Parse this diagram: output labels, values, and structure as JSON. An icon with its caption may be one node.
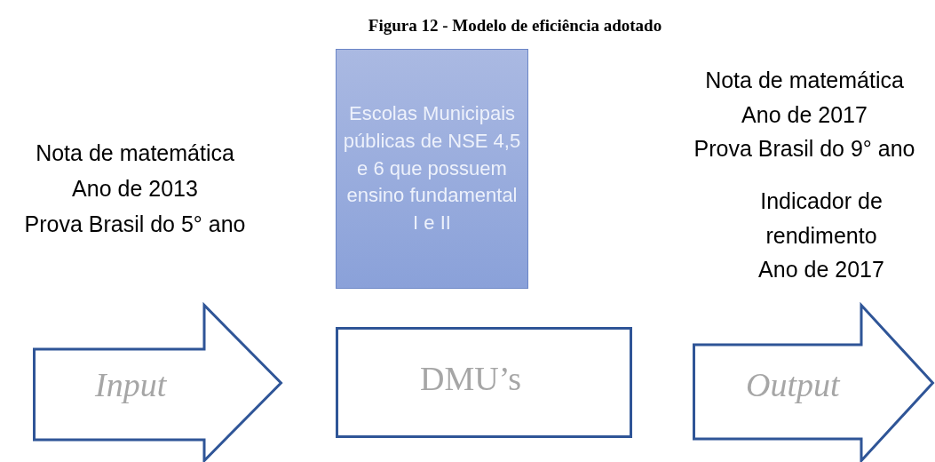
{
  "diagram": {
    "title": "Figura 12 - Modelo de eficiência adotado",
    "nodes": [
      {
        "text": [
          "Escolas Municipais públicas de NSE 4,5 e 6 que possuem ensino fundamental I e II"
        ]
      },
      {
        "text": [
          "Input"
        ]
      },
      {
        "text": [
          "DMU’s"
        ]
      },
      {
        "text": [
          "Output"
        ]
      }
    ],
    "labels": [
      "Nota de matemática",
      "Ano de 2013",
      "Prova Brasil do 5° ano",
      "Nota de matemática",
      "Ano de 2017",
      "Prova Brasil do 9° ano",
      "Indicador de",
      "rendimento",
      "Ano de 2017"
    ]
  }
}
